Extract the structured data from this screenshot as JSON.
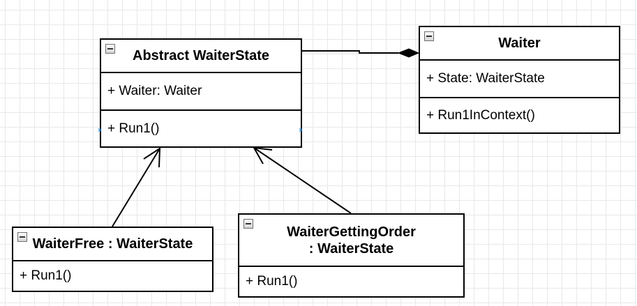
{
  "diagram": {
    "classes": {
      "abstract_state": {
        "title": "Abstract WaiterState",
        "attribute": "+ Waiter: Waiter",
        "method": "+ Run1()"
      },
      "waiter": {
        "title": "Waiter",
        "attribute": "+ State: WaiterState",
        "method": "+ Run1InContext()"
      },
      "waiter_free": {
        "title": "WaiterFree : WaiterState",
        "method": "+ Run1()"
      },
      "waiter_getting_order": {
        "title_line1": "WaiterGettingOrder",
        "title_line2": ": WaiterState",
        "method": "+ Run1()"
      }
    },
    "relations": [
      {
        "type": "composition",
        "from": "Waiter",
        "to": "Abstract WaiterState"
      },
      {
        "type": "generalization",
        "from": "WaiterFree : WaiterState",
        "to": "Abstract WaiterState"
      },
      {
        "type": "generalization",
        "from": "WaiterGettingOrder : WaiterState",
        "to": "Abstract WaiterState"
      }
    ],
    "colors": {
      "line": "#000000",
      "grid": "#e8e8e8",
      "port_marker": "#2e93d8"
    }
  }
}
